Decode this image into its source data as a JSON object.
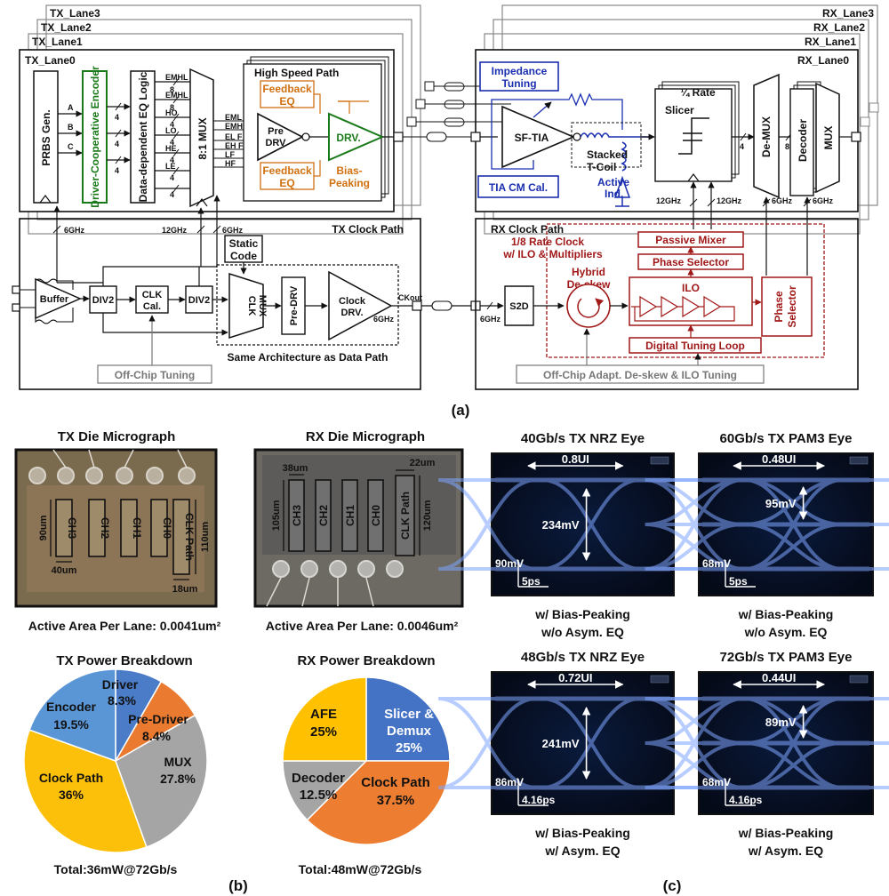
{
  "top": {
    "tx_lanes": [
      "TX_Lane3",
      "TX_Lane2",
      "TX_Lane1"
    ],
    "rx_lanes": [
      "RX_Lane3",
      "RX_Lane2",
      "RX_Lane1"
    ],
    "tx_lane0": "TX_Lane0",
    "rx_lane0": "RX_Lane0",
    "prbs": "PRBS Gen.",
    "encoder": "Driver-Cooperative Encoder",
    "eq_logic": "Data-dependent EQ Logic",
    "abc": [
      "A",
      "B",
      "C"
    ],
    "bus_widths": [
      "4",
      "4",
      "4"
    ],
    "eq_signals": [
      "HO",
      "LO",
      "HE",
      "LE"
    ],
    "mux_inputs": [
      "EMHL",
      "8",
      "EMHL",
      "8",
      "HO",
      "4",
      "LO",
      "4",
      "HE",
      "4",
      "LE",
      "4"
    ],
    "mux": "8:1 MUX",
    "mux_outputs": [
      "EML F",
      "EMH F",
      "EL F",
      "EH F",
      "LF",
      "HF"
    ],
    "hs_path": "High Speed Path",
    "feedback_eq_top": "Feedback EQ",
    "feedback_eq_bottom": "Feedback EQ",
    "predrv": "Pre DRV",
    "drv": "DRV.",
    "bias_peaking": "Bias- Peaking",
    "impedance": "Impedance Tuning",
    "sftia": "SF-TIA",
    "stacked": "Stacked T-Coil",
    "active_ind": "Active Ind.",
    "tia_cm": "TIA CM Cal.",
    "quarter_rate": "¼ Rate",
    "slicer": "Slicer",
    "demux": "De-MUX",
    "decoder": "Decoder",
    "rx_mux": "MUX",
    "rx_bus": [
      "4",
      "8"
    ],
    "tx_clock_path": "TX Clock Path",
    "clk6": "6GHz",
    "clk12": "12GHz",
    "static_code": "Static Code",
    "buffer": "Buffer",
    "div2": "DIV2",
    "clk_cal": "CLK Cal.",
    "clk_mux": "CLK MUX",
    "pre_drv": "Pre-DRV",
    "clock_drv": "Clock DRV.",
    "ckout": "CKout",
    "same_arch": "Same Architecture as Data Path",
    "off_chip_tuning": "Off-Chip Tuning",
    "rx_clock_path": "RX Clock Path",
    "rate_clock": "1/8 Rate Clock w/ ILO & Multipliers",
    "s2d": "S2D",
    "hybrid": "Hybrid De-skew",
    "passive_mixer": "Passive Mixer",
    "phase_sel": "Phase Selector",
    "ilo": "ILO",
    "dtl": "Digital Tuning Loop",
    "phase_sel_v": "Phase Selector",
    "off_chip_adapt": "Off-Chip Adapt. De-skew & ILO Tuning",
    "label_a": "(a)"
  },
  "bottom": {
    "tx_die": {
      "title": "TX Die Micrograph",
      "channels": [
        "CH3",
        "CH2",
        "CH1",
        "CH0"
      ],
      "clk": "CLK Path",
      "dims": {
        "h": "90um",
        "w": "40um",
        "clk_h": "110um",
        "clk_w": "18um"
      },
      "area": "Active Area Per Lane: 0.0041um²"
    },
    "rx_die": {
      "title": "RX Die Micrograph",
      "channels": [
        "CH3",
        "CH2",
        "CH1",
        "CH0"
      ],
      "clk": "CLK Path",
      "dims": {
        "w": "38um",
        "h": "105um",
        "clk_w": "22um",
        "clk_h": "120um"
      },
      "area": "Active Area Per Lane: 0.0046um²"
    },
    "tx_total": "Total:36mW@72Gb/s",
    "rx_total": "Total:48mW@72Gb/s",
    "label_b": "(b)",
    "label_c": "(c)",
    "eyes": [
      {
        "title": "40Gb/s TX NRZ Eye",
        "ui": "0.8UI",
        "amp": "234mV",
        "scale_v": "90mV",
        "scale_t": "5ps",
        "note1": "w/ Bias-Peaking",
        "note2": "w/o Asym. EQ"
      },
      {
        "title": "60Gb/s TX PAM3 Eye",
        "ui": "0.48UI",
        "amp": "95mV",
        "scale_v": "68mV",
        "scale_t": "5ps",
        "note1": "w/ Bias-Peaking",
        "note2": "w/o Asym. EQ"
      },
      {
        "title": "48Gb/s TX NRZ Eye",
        "ui": "0.72UI",
        "amp": "241mV",
        "scale_v": "86mV",
        "scale_t": "4.16ps",
        "note1": "w/ Bias-Peaking",
        "note2": "w/ Asym. EQ"
      },
      {
        "title": "72Gb/s TX PAM3 Eye",
        "ui": "0.44UI",
        "amp": "89mV",
        "scale_v": "68mV",
        "scale_t": "4.16ps",
        "note1": "w/ Bias-Peaking",
        "note2": "w/ Asym. EQ"
      }
    ]
  },
  "chart_data": [
    {
      "type": "pie",
      "title": "TX Power Breakdown",
      "categories": [
        "Driver",
        "Pre-Driver",
        "MUX",
        "Clock Path",
        "Encoder"
      ],
      "values": [
        8.3,
        8.4,
        27.8,
        36,
        19.5
      ],
      "value_labels": [
        "8.3%",
        "8.4%",
        "27.8%",
        "36%",
        "19.5%"
      ],
      "colors": [
        "#4a7cc8",
        "#ea7a30",
        "#a5a5a5",
        "#fcc00a",
        "#5a96d5"
      ]
    },
    {
      "type": "pie",
      "title": "RX Power Breakdown",
      "categories": [
        "Slicer & Demux",
        "Clock Path",
        "Decoder",
        "AFE"
      ],
      "values": [
        25,
        37.5,
        12.5,
        25
      ],
      "value_labels": [
        "25%",
        "37.5%",
        "12.5%",
        "25%"
      ],
      "colors": [
        "#4472c4",
        "#ed7d31",
        "#a5a5a5",
        "#ffc000"
      ]
    }
  ]
}
